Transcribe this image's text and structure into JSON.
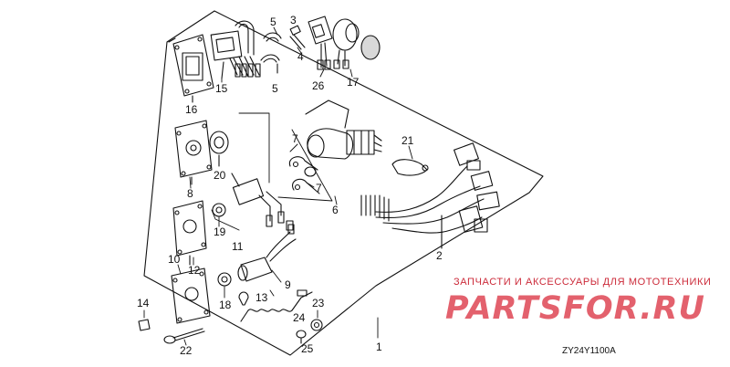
{
  "diagram": {
    "code": "ZY24Y1100A",
    "callouts": [
      {
        "id": "c1",
        "num": "1"
      },
      {
        "id": "c2",
        "num": "2"
      },
      {
        "id": "c3",
        "num": "3"
      },
      {
        "id": "c4",
        "num": "4"
      },
      {
        "id": "c5a",
        "num": "5"
      },
      {
        "id": "c5b",
        "num": "5"
      },
      {
        "id": "c6",
        "num": "6"
      },
      {
        "id": "c7a",
        "num": "7"
      },
      {
        "id": "c7b",
        "num": "7"
      },
      {
        "id": "c8",
        "num": "8"
      },
      {
        "id": "c9",
        "num": "9"
      },
      {
        "id": "c10",
        "num": "10"
      },
      {
        "id": "c11",
        "num": "11"
      },
      {
        "id": "c12",
        "num": "12"
      },
      {
        "id": "c13",
        "num": "13"
      },
      {
        "id": "c14",
        "num": "14"
      },
      {
        "id": "c15",
        "num": "15"
      },
      {
        "id": "c16",
        "num": "16"
      },
      {
        "id": "c17",
        "num": "17"
      },
      {
        "id": "c18",
        "num": "18"
      },
      {
        "id": "c19",
        "num": "19"
      },
      {
        "id": "c20",
        "num": "20"
      },
      {
        "id": "c21",
        "num": "21"
      },
      {
        "id": "c22",
        "num": "22"
      },
      {
        "id": "c23",
        "num": "23"
      },
      {
        "id": "c24",
        "num": "24"
      },
      {
        "id": "c25",
        "num": "25"
      },
      {
        "id": "c26",
        "num": "26"
      }
    ]
  },
  "watermark": {
    "tagline": "ЗАПЧАСТИ И АКСЕССУАРЫ ДЛЯ МОТОТЕХНИКИ",
    "logo": "PARTSFOR.RU",
    "color": "#dc3545"
  }
}
